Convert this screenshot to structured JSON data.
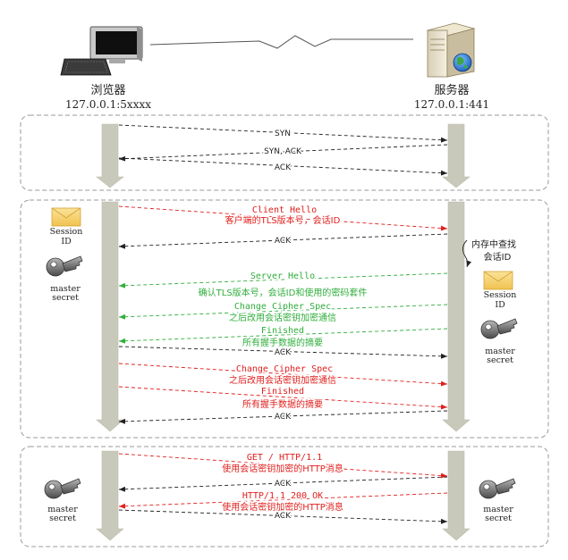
{
  "header": {
    "client": {
      "name": "浏览器",
      "address": "127.0.0.1:5xxxx"
    },
    "server": {
      "name": "服务器",
      "address": "127.0.0.1:441"
    }
  },
  "colors": {
    "red": "#e0201e",
    "green": "#2fae3b",
    "black": "#222222",
    "lifeline": "#c9c9bb"
  },
  "icons": {
    "client": "desktop-computer-icon",
    "server": "server-globe-icon",
    "session": "envelope-icon",
    "secret": "key-icon"
  },
  "section1": {
    "syn": "SYN",
    "synack": "SYN, ACK",
    "ack": "ACK"
  },
  "section2": {
    "client_hello": "Client Hello",
    "client_hello_desc": "客户端的TLS版本号，会话ID",
    "ack1": "ACK",
    "lookup": [
      "内存中查找",
      "会话ID"
    ],
    "server_hello": "Server Hello",
    "server_hello_desc": "确认TLS版本号，会话ID和使用的密码套件",
    "s_ccs": "Change Cipher Spec",
    "s_ccs_desc": "之后改用会话密钥加密通信",
    "s_finished": "Finished",
    "s_finished_desc": "所有握手数据的摘要",
    "ack2": "ACK",
    "c_ccs": "Change Cipher Spec",
    "c_ccs_desc": "之后改用会话密钥加密通信",
    "c_finished": "Finished",
    "c_finished_desc": "所有握手数据的摘要",
    "ack3": "ACK",
    "session_id": [
      "Session",
      "ID"
    ],
    "master_secret": [
      "master",
      "secret"
    ]
  },
  "section3": {
    "get": "GET / HTTP/1.1",
    "get_desc": "使用会话密钥加密的HTTP消息",
    "ack1": "ACK",
    "ok": "HTTP/1.1 200 OK",
    "ok_desc": "使用会话密钥加密的HTTP消息",
    "ack2": "ACK",
    "master_secret": [
      "master",
      "secret"
    ]
  }
}
